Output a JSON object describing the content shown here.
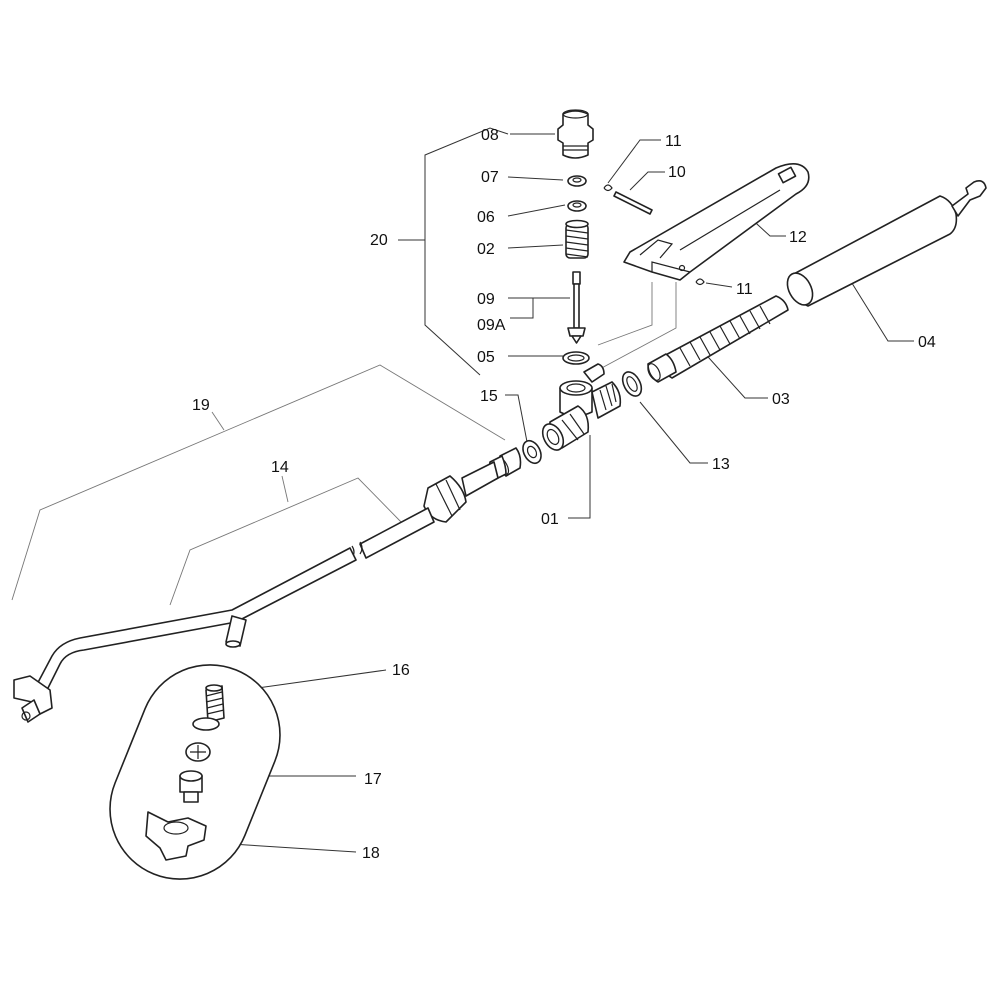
{
  "diagram": {
    "labels": {
      "p01": "01",
      "p02": "02",
      "p03": "03",
      "p04": "04",
      "p05": "05",
      "p06": "06",
      "p07": "07",
      "p08": "08",
      "p09": "09",
      "p09a": "09A",
      "p10": "10",
      "p11a": "11",
      "p11b": "11",
      "p12": "12",
      "p13": "13",
      "p14": "14",
      "p15": "15",
      "p16": "16",
      "p17": "17",
      "p18": "18",
      "p19": "19",
      "p20": "20"
    },
    "colors": {
      "line": "#222222",
      "background": "#ffffff",
      "leader": "#333333"
    }
  }
}
